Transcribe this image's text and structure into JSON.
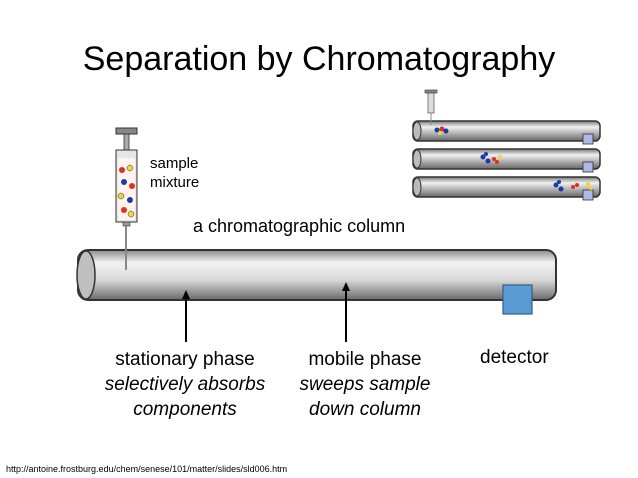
{
  "title": "Separation by Chromatography",
  "sample_label": [
    "sample",
    "mixture"
  ],
  "column_label": "a chromatographic column",
  "stationary_phase": {
    "name": "stationary phase",
    "line1": "selectively absorbs",
    "line2": "components"
  },
  "mobile_phase": {
    "name": "mobile phase",
    "line1": "sweeps sample",
    "line2": "down column"
  },
  "detector_label": "detector",
  "source_url": "http://antoine.frostburg.edu/chem/senese/101/matter/slides/sld006.htm",
  "colors": {
    "column_fill": "#d9d9d9",
    "column_dark": "#555555",
    "detector": "#5b9bd5",
    "syringe_body": "#e6e6e6",
    "component_red": "#e03020",
    "component_blue": "#1a3aa8",
    "component_yellow": "#e8d840"
  }
}
